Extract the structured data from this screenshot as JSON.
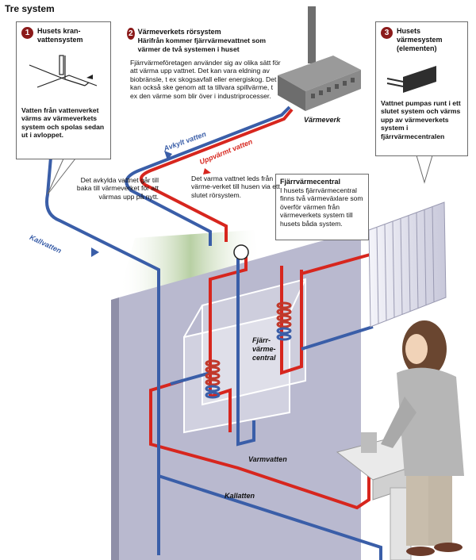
{
  "title": "Tre system",
  "box1": {
    "number": "1",
    "heading": "Husets kran-vattensystem",
    "text": "Vatten från vattenverket värms av värmeverkets system och spolas sedan ut i avloppet."
  },
  "box2": {
    "number": "2",
    "heading": "Värmeverkets rörsystem",
    "subheading": "Härifrån kommer fjärrvärmevattnet som värmer de två systemen i huset",
    "text": "Fjärrvärmeföretagen använder sig av olika sätt för att värma upp vattnet. Det kan vara eldning av biobränsle, t ex skogsavfall eller energiskog. Det kan också ske genom att ta tillvara spillvärme, t ex den värme som blir över i industriprocesser."
  },
  "box3": {
    "number": "3",
    "heading": "Husets värmesystem (elementen)",
    "text": "Vattnet pumpas runt i ett slutet system och värms upp av värmeverkets system i fjärrvärmecentralen"
  },
  "box4": {
    "heading": "Fjärrvärmecentral",
    "text": "I husets fjärrvärmecentral finns två värmeväxlare som överför värmen från värmeverkets system till husets båda system."
  },
  "notes": {
    "returned": "Det avkylda vattnet går till baka till värmeverket för att värmas upp på nytt.",
    "hot": "Det varma vattnet leds från värme-verket till husen via ett slutet rörsystem."
  },
  "labels": {
    "plant": "Värmeverk",
    "cooled": "Avkylt vatten",
    "heated": "Uppvärmt vatten",
    "cold_water": "Kallvatten",
    "central": "Fjärr-värme-central",
    "warm_water": "Varmvatten",
    "cold_water2": "Kallatten"
  },
  "colors": {
    "hot_pipe": "#d7261e",
    "cold_pipe": "#3a5ea8",
    "wall": "#b9b9cf",
    "accent": "#8b1a1a"
  }
}
